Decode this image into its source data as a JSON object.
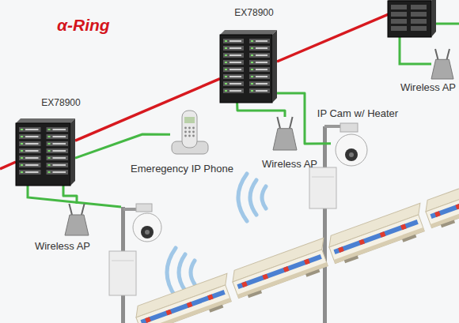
{
  "diagram": {
    "nodes": [
      {
        "text": [
          "EX78900"
        ]
      },
      {
        "text": [
          "EX78900"
        ]
      },
      {
        "text": [
          "Emeregency IP Phone"
        ]
      },
      {
        "text": [
          "Wireless AP"
        ]
      },
      {
        "text": [
          "Wireless AP"
        ]
      },
      {
        "text": [
          "IP Cam w/ Heater"
        ]
      },
      {
        "text": [
          "Wireless AP"
        ]
      }
    ],
    "edges": [
      {
        "from": 0,
        "to": 1,
        "arrow": "none"
      },
      {
        "from": 0,
        "to": 2,
        "arrow": "none"
      },
      {
        "from": 0,
        "to": 3,
        "arrow": "none"
      },
      {
        "from": 1,
        "to": 4,
        "arrow": "none"
      },
      {
        "from": 1,
        "to": 5,
        "arrow": "none"
      }
    ],
    "labels": [
      "α-Ring"
    ]
  }
}
